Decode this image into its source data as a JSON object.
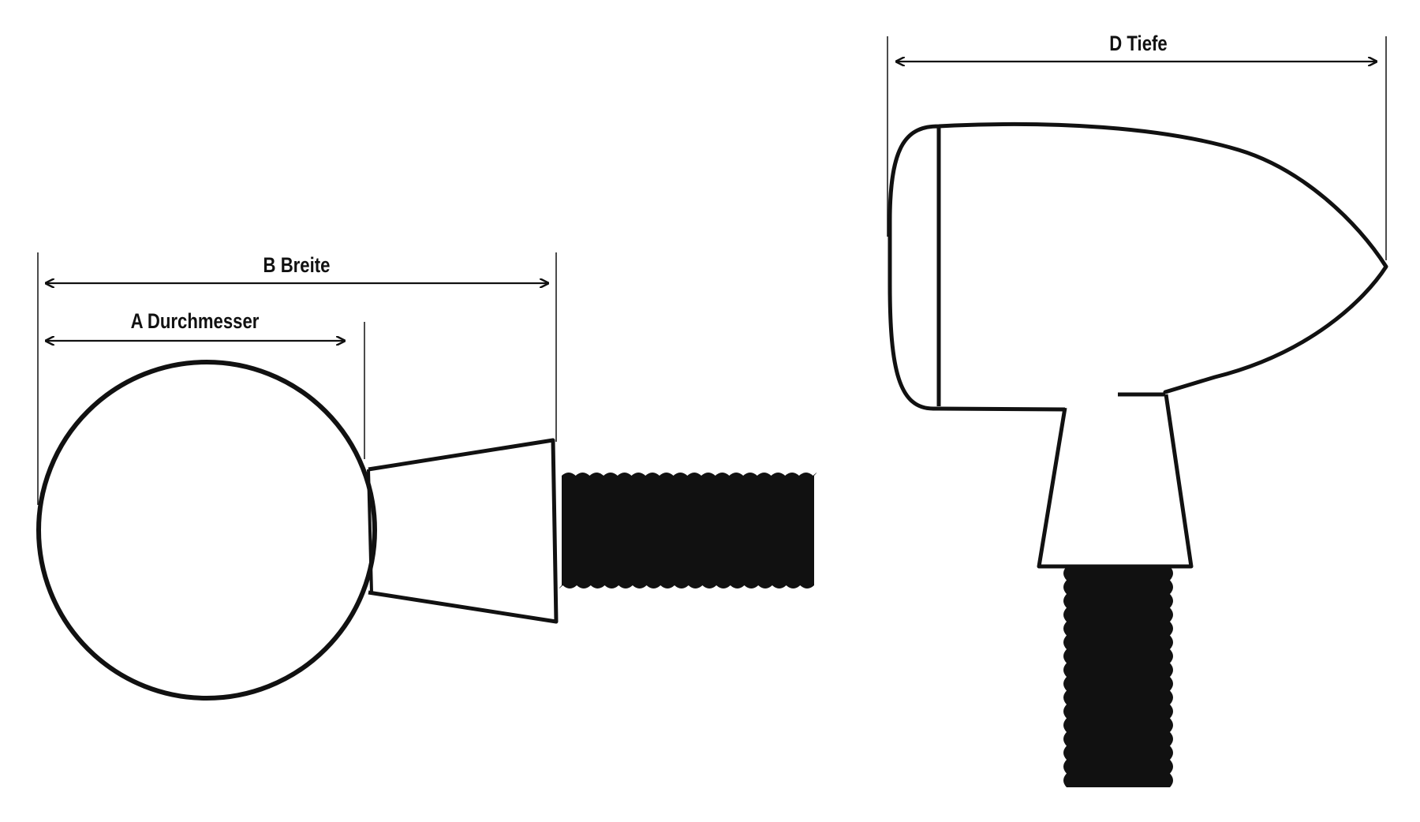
{
  "labels": {
    "diameter": "A Durchmesser",
    "width": "B Breite",
    "depth": "D Tiefe"
  },
  "colors": {
    "line": "#111111",
    "background": "#ffffff"
  }
}
